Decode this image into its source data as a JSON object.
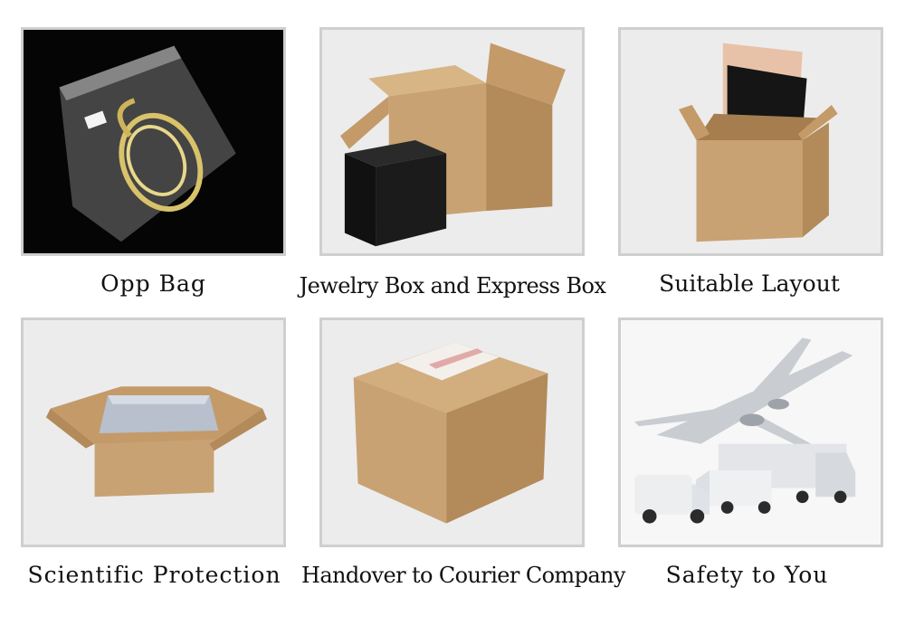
{
  "tiles": [
    {
      "caption": "Opp Bag",
      "icon": "opp-bag-image"
    },
    {
      "caption": "Jewelry Box and Express Box",
      "icon": "jewelry-box-image"
    },
    {
      "caption": "Suitable Layout",
      "icon": "open-box-layout-image"
    },
    {
      "caption": "Scientific Protection",
      "icon": "protected-box-image"
    },
    {
      "caption": "Handover to Courier Company",
      "icon": "sealed-box-image"
    },
    {
      "caption": "Safety to You",
      "icon": "airplane-trucks-image"
    }
  ],
  "colors": {
    "cardboard": "#c9a273",
    "cardboard_dark": "#a67d4e",
    "frame": "#cfcfcf",
    "tile_bg": "#ececec"
  }
}
